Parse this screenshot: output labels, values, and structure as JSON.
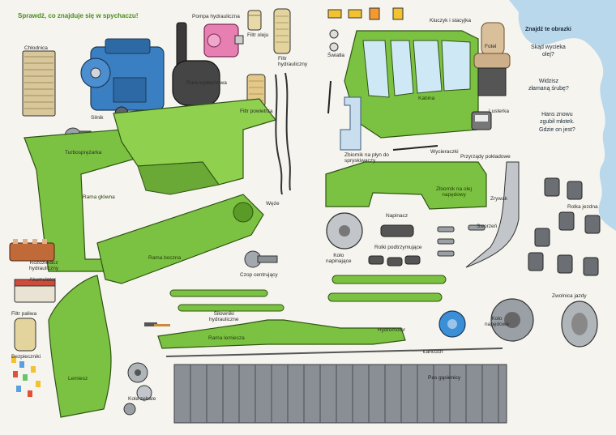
{
  "title": "Sprawdź, co znajduje się w spychaczu!",
  "side_panel": {
    "title": "Znajdź te obrazki",
    "questions": [
      "Skąd wycieka\nolej?",
      "Widzisz\nzłamaną śrubę?",
      "Hans znowu\nzgubił młotek.\nGdzie on jest?"
    ]
  },
  "labels": {
    "chlodnica": "Chłodnica",
    "pompa": "Pompa hydrauliczna",
    "filtr_oleju": "Filtr oleju",
    "filtr_hydrauliczny": "Filtr\nhydrauliczny",
    "rura": "Rura wydechowa",
    "silnik": "Silnik",
    "filtr_powietrza": "Filtr powietrza",
    "turbo": "Turbosprężarka",
    "rama_glowna": "Rama główna",
    "weze": "Węże",
    "rama_boczna": "Rama boczna",
    "rozdzielacz": "Rozdzielacz\nhydrauliczny",
    "akumulator": "Akumulator",
    "czop": "Czop centrujący",
    "filtr_paliwa": "Filtr paliwa",
    "silowniki": "Siłowniki\nhydrauliczne",
    "rama_lemiesza": "Rama lemiesza",
    "bezpieczniki": "Bezpieczniki",
    "lemiesz": "Lemiesz",
    "kola_zebate": "Koła zębate",
    "klucz": "Kluczyk i stacyjka",
    "swiatla": "Światła",
    "kabina": "Kabina",
    "fotel": "Fotel",
    "lusterka": "Lusterka",
    "zbiornik_plyn": "Zbiornik na płyn do\nspryskiwaczy",
    "wycieraczki": "Wycieraczki",
    "przyrzady": "Przyrządy pokładowe",
    "zbiornik_olej": "Zbiornik na olej\nnapędowy",
    "zrywak": "Zrywak",
    "napinacz": "Napinacz",
    "sworzen": "Sworzeń",
    "kolo_napinajace": "Koło\nnapinające",
    "rolki_podtrzymujace": "Rolki podtrzymujące",
    "rolka_jezdna": "Rolka jezdna",
    "zwolnica": "Zwolnica jazdy",
    "hydromotor": "Hydromotor",
    "kolo_napedowe": "Koło\nnapędowe",
    "lancuch": "Łańcuch",
    "pas_gasienicy": "Pas gąsienicy"
  },
  "colors": {
    "green": "#7cc242",
    "green_dark": "#3f6b1f",
    "blue_engine": "#3a7fc1",
    "pink_pump": "#e77fb3",
    "water": "#b9d8ec",
    "track": "#8a8f96",
    "title": "#4a8c1c"
  }
}
